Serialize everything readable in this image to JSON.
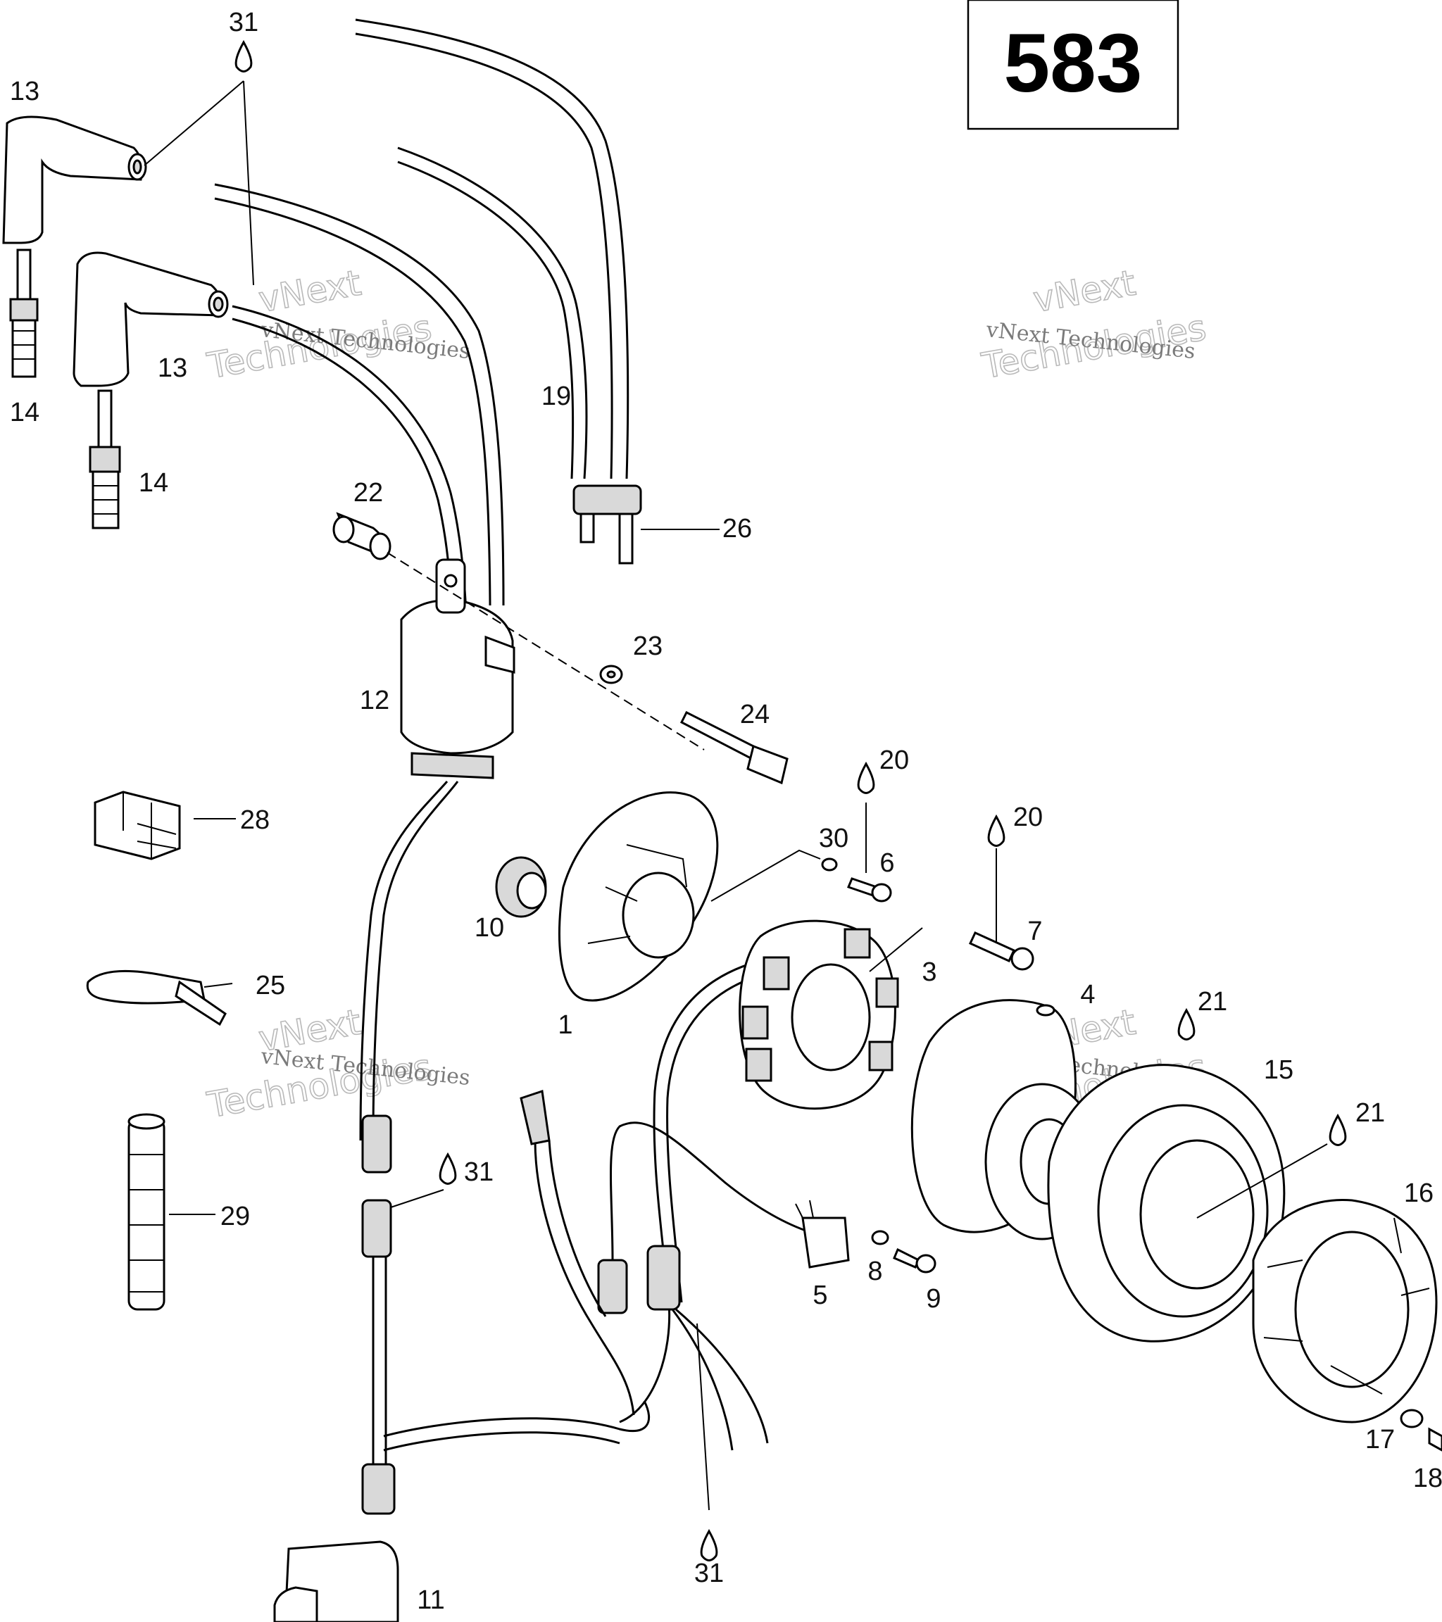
{
  "diagram": {
    "page_number": "583",
    "watermarks": [
      {
        "line1": "vNext",
        "line2": "Technologies",
        "caption": "vNext Technologies"
      },
      {
        "line1": "vNext",
        "line2": "Technologies",
        "caption": "vNext Technologies"
      },
      {
        "line1": "vNext",
        "line2": "Technologies",
        "caption": "vNext Technologies"
      },
      {
        "line1": "vNext",
        "line2": "Technologies",
        "caption": "vNext Technologies"
      }
    ],
    "callouts": [
      "31",
      "13",
      "13",
      "14",
      "14",
      "19",
      "22",
      "26",
      "12",
      "23",
      "24",
      "28",
      "20",
      "20",
      "30",
      "6",
      "10",
      "7",
      "3",
      "1",
      "25",
      "4",
      "21",
      "21",
      "15",
      "29",
      "31",
      "16",
      "5",
      "8",
      "9",
      "17",
      "18",
      "31",
      "11"
    ]
  }
}
